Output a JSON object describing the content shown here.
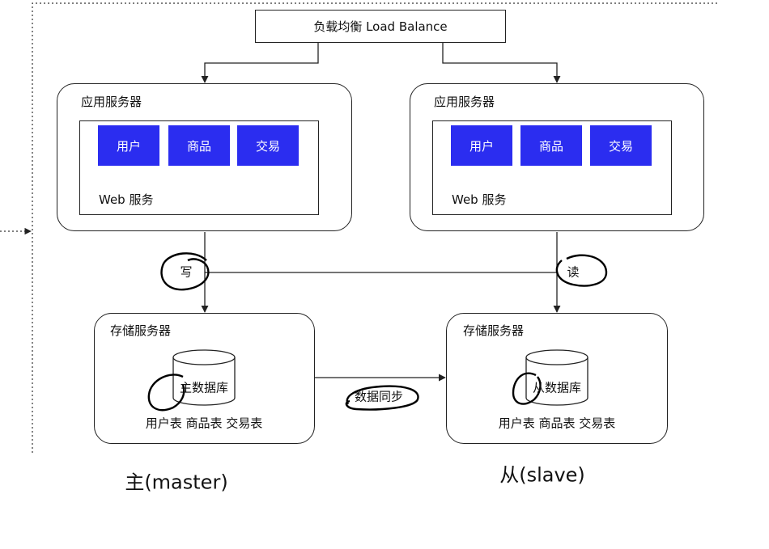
{
  "load_balancer": {
    "label": "负载均衡 Load Balance"
  },
  "app_servers": [
    {
      "title": "应用服务器",
      "modules": [
        "用户",
        "商品",
        "交易"
      ],
      "web_label": "Web 服务"
    },
    {
      "title": "应用服务器",
      "modules": [
        "用户",
        "商品",
        "交易"
      ],
      "web_label": "Web 服务"
    }
  ],
  "storage_servers": [
    {
      "title": "存储服务器",
      "db_label": "主数据库",
      "tables_label": "用户表 商品表 交易表"
    },
    {
      "title": "存储服务器",
      "db_label": "从数据库",
      "tables_label": "用户表 商品表 交易表"
    }
  ],
  "edges": {
    "write_label": "写",
    "read_label": "读",
    "sync_label": "数据同步"
  },
  "captions": {
    "master": "主(master)",
    "slave": "从(slave)"
  },
  "colors": {
    "module_fill": "#2b2df0",
    "line": "#222222"
  }
}
